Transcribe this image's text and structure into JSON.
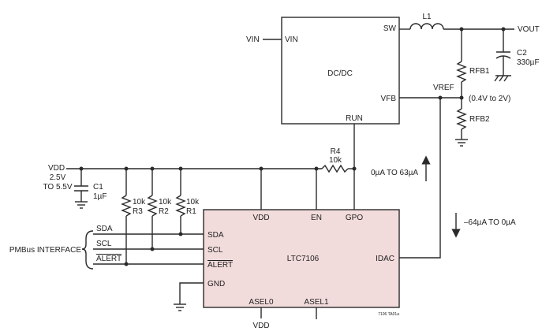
{
  "colors": {
    "ic_fill": "#f2dbdb",
    "wire": "#2a2a2a",
    "box_fill": "#ffffff"
  },
  "dcdc": {
    "title": "DC/DC",
    "pins": {
      "vin": "VIN",
      "sw": "SW",
      "vfb": "VFB",
      "run": "RUN"
    }
  },
  "ltc7106": {
    "title": "LTC7106",
    "pins": {
      "vdd": "VDD",
      "en": "EN",
      "gpo": "GPO",
      "sda": "SDA",
      "scl": "SCL",
      "alert": "ALERT",
      "gnd": "GND",
      "idac": "IDAC",
      "asel0": "ASEL0",
      "asel1": "ASEL1"
    },
    "part_code": "7106 TA01a"
  },
  "labels": {
    "vin_ext": "VIN",
    "vout": "VOUT",
    "vref": "VREF",
    "vref_range": "(0.4V to 2V)",
    "vdd_supply": "VDD",
    "vdd_range_1": "2.5V",
    "vdd_range_2": "TO 5.5V",
    "vdd_asel": "VDD",
    "pmbus": "PMBus INTERFACE",
    "bus_sda": "SDA",
    "bus_scl": "SCL",
    "bus_alert": "ALERT",
    "current_up": "0µA TO 63µA",
    "current_down": "–64µA TO 0µA"
  },
  "components": {
    "l1": "L1",
    "c2": {
      "ref": "C2",
      "value": "330µF"
    },
    "rfb1": "RFB1",
    "rfb2": "RFB2",
    "c1": {
      "ref": "C1",
      "value": "1µF"
    },
    "r4": {
      "ref": "R4",
      "value": "10k"
    },
    "r3": {
      "ref": "R3",
      "value": "10k"
    },
    "r2": {
      "ref": "R2",
      "value": "10k"
    },
    "r1": {
      "ref": "R1",
      "value": "10k"
    }
  }
}
